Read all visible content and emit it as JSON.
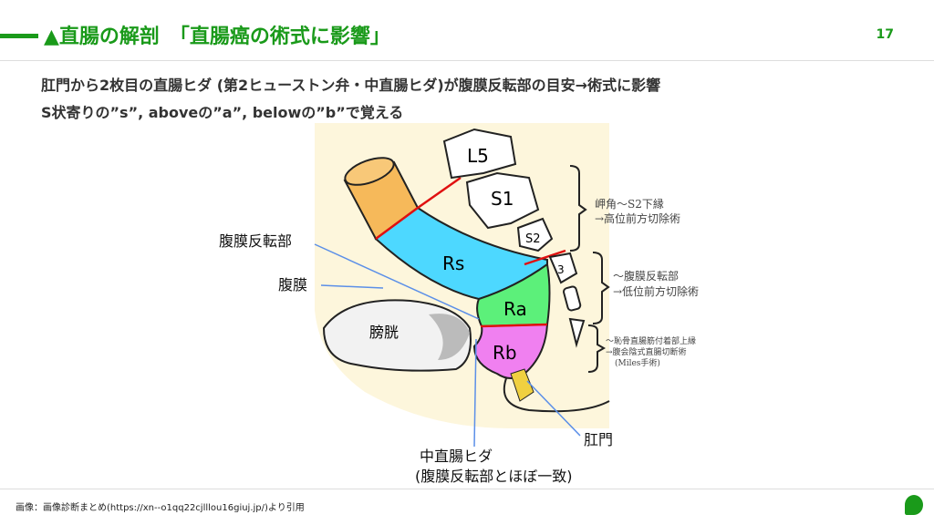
{
  "header": {
    "title": "▲直腸の解剖　「直腸癌の術式に影響」",
    "page": "17"
  },
  "subtitle": {
    "line1": "肛門から2枚目の直腸ヒダ (第2ヒューストン弁・中直腸ヒダ)が腹膜反転部の目安→術式に影響",
    "line2": "S状寄りの”s”, aboveの”a”, belowの”b”で覚える"
  },
  "diagram": {
    "vertebrae": [
      "L5",
      "S1",
      "S2",
      "3"
    ],
    "segments": [
      "Rs",
      "Ra",
      "Rb"
    ],
    "bladder": "膀胱",
    "labels": {
      "reflection": "腹膜反転部",
      "peritoneum": "腹膜",
      "anus": "肛門",
      "fold1": "中直腸ヒダ",
      "fold2": "(腹膜反転部とほぼ一致)"
    },
    "notes": [
      {
        "l1": "岬角〜S2下縁",
        "l2": "→高位前方切除術"
      },
      {
        "l1": "〜腹膜反転部",
        "l2": "→低位前方切除術"
      },
      {
        "l1": "〜恥骨直腸筋付着部上縁",
        "l2": "→腹会陰式直腸切断術",
        "l3": "(Miles手術)"
      }
    ]
  },
  "colors": {
    "accent": "#1a9a1a",
    "rs": "#4dd8ff",
    "ra": "#5cf07a",
    "rb": "#f080f0",
    "colon": "#f6b95a"
  },
  "footer": {
    "source": "画像：画像診断まとめ(https://xn--o1qq22cjlllou16giuj.jp/)より引用"
  }
}
